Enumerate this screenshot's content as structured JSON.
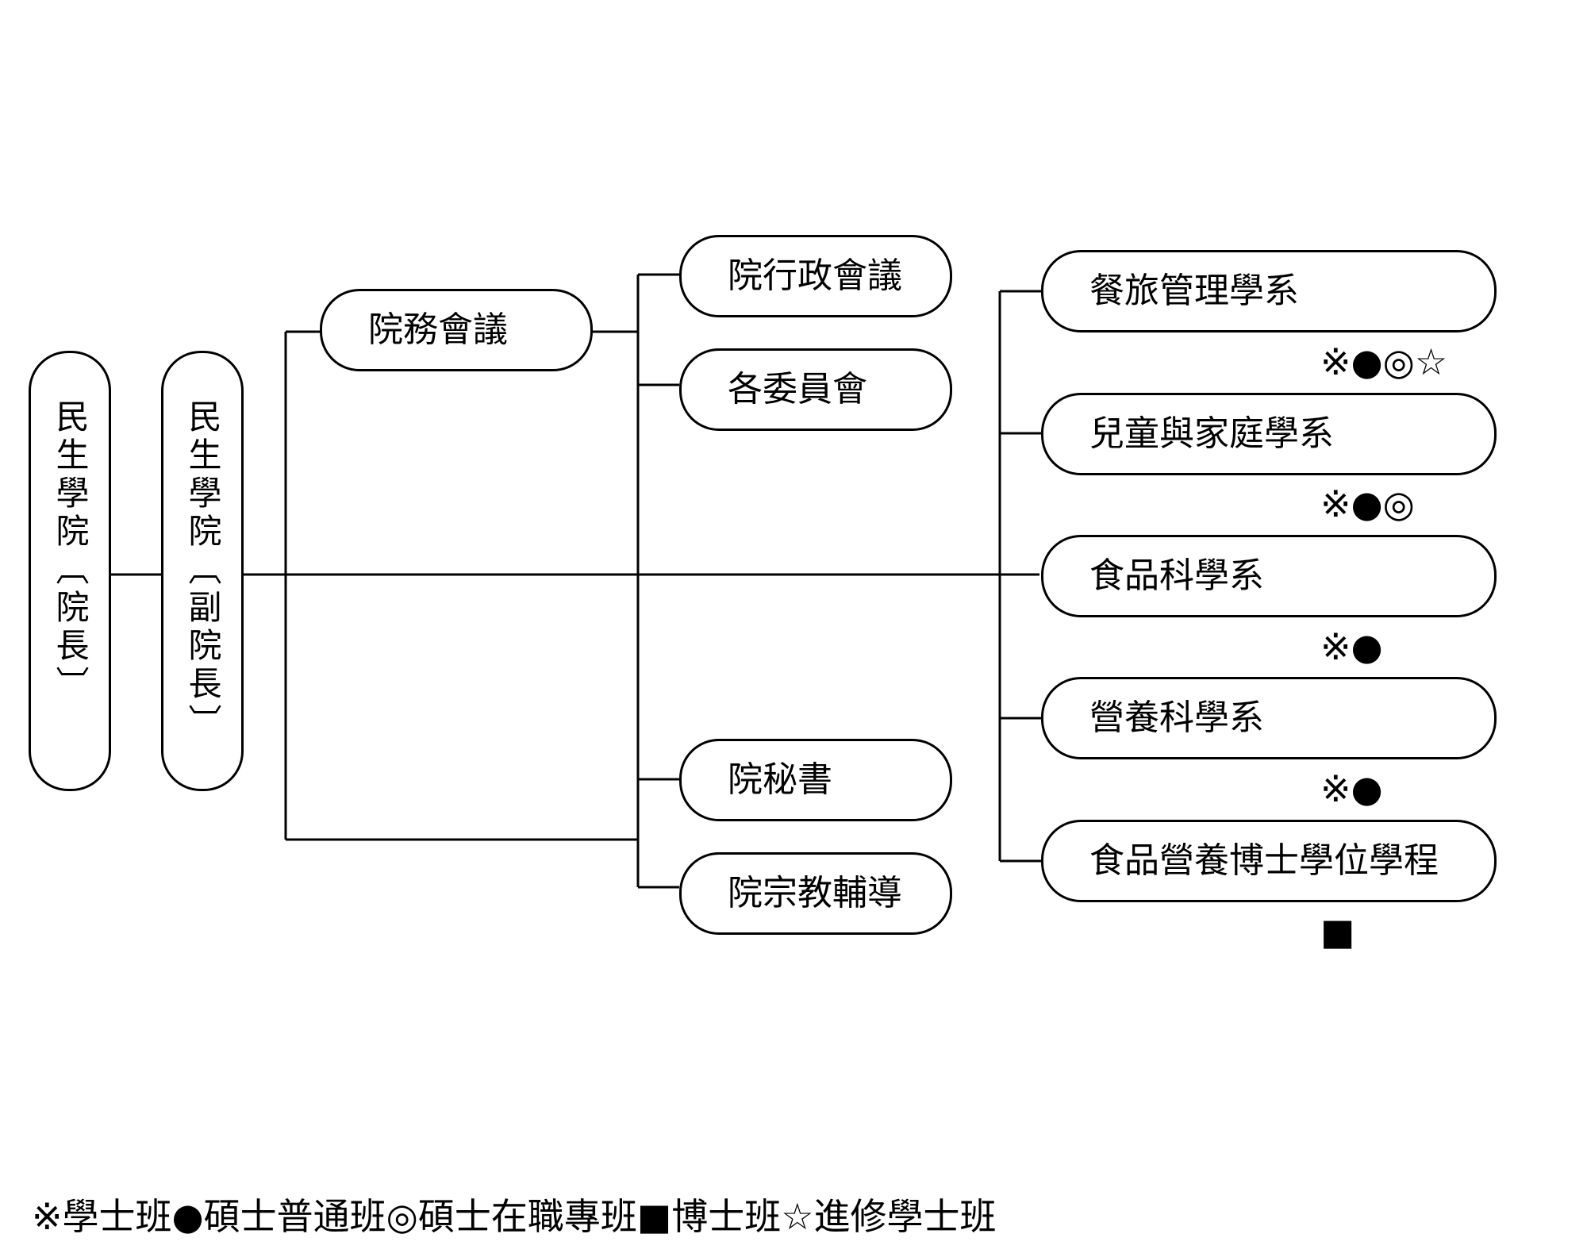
{
  "college": {
    "dean_label": "民生學院〔院長〕",
    "vice_dean_label": "民生學院〔副院長〕"
  },
  "governance": {
    "college_council": "院務會議",
    "admin_meeting": "院行政會議",
    "committees": "各委員會",
    "secretary": "院秘書",
    "religious_counseling": "院宗教輔導"
  },
  "departments": [
    {
      "name": "餐旅管理學系",
      "programs": "※●◎☆"
    },
    {
      "name": "兒童與家庭學系",
      "programs": "※●◎"
    },
    {
      "name": "食品科學系",
      "programs": "※●"
    },
    {
      "name": "營養科學系",
      "programs": "※●"
    },
    {
      "name": "食品營養博士學位學程",
      "programs": "■"
    }
  ],
  "legend": {
    "text": "※學士班●碩士普通班◎碩士在職專班■博士班☆進修學士班"
  }
}
